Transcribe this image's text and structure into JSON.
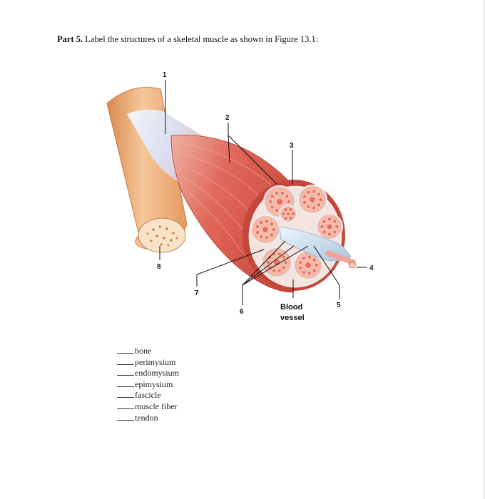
{
  "heading": {
    "part": "Part 5.",
    "instruction": "Label the structures of a skeletal muscle as shown in Figure 13.1:"
  },
  "figure": {
    "callouts": [
      "1",
      "2",
      "3",
      "4",
      "5",
      "6",
      "7",
      "8"
    ],
    "blood_vessel_label": [
      "Blood",
      "vessel"
    ]
  },
  "terms": [
    "bone",
    "perimysium",
    "endomysium",
    "epimysium",
    "fascicle",
    "muscle fiber",
    "tendon"
  ],
  "colors": {
    "bone": "#e9a468",
    "muscle": "#d8574a",
    "fascicle": "#f2b5a0",
    "fiber": "#e86f63",
    "connective": "#f6e8e2",
    "vessel": "#c9dceb"
  }
}
